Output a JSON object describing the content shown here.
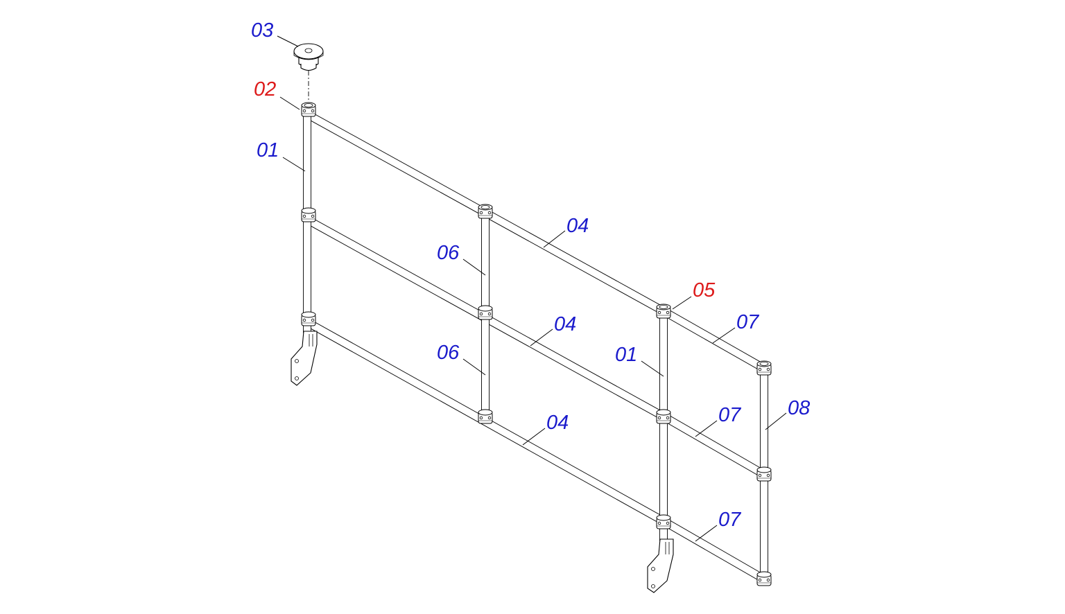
{
  "colors": {
    "callout_blue": "#1a1acc",
    "callout_red": "#dd1a1a",
    "line": "#000000",
    "background": "#ffffff"
  },
  "callouts": [
    {
      "id": "c03",
      "text": "03",
      "color": "blue"
    },
    {
      "id": "c02",
      "text": "02",
      "color": "red"
    },
    {
      "id": "c01a",
      "text": "01",
      "color": "blue"
    },
    {
      "id": "c04a",
      "text": "04",
      "color": "blue"
    },
    {
      "id": "c06a",
      "text": "06",
      "color": "blue"
    },
    {
      "id": "c05",
      "text": "05",
      "color": "red"
    },
    {
      "id": "c04b",
      "text": "04",
      "color": "blue"
    },
    {
      "id": "c07a",
      "text": "07",
      "color": "blue"
    },
    {
      "id": "c06b",
      "text": "06",
      "color": "blue"
    },
    {
      "id": "c01b",
      "text": "01",
      "color": "blue"
    },
    {
      "id": "c04c",
      "text": "04",
      "color": "blue"
    },
    {
      "id": "c07b",
      "text": "07",
      "color": "blue"
    },
    {
      "id": "c08",
      "text": "08",
      "color": "blue"
    },
    {
      "id": "c07c",
      "text": "07",
      "color": "blue"
    }
  ],
  "components": [
    {
      "name": "end-post-left",
      "icon": "vertical-tube-with-base-plate"
    },
    {
      "name": "mid-post",
      "icon": "vertical-tube"
    },
    {
      "name": "end-post-right",
      "icon": "vertical-tube-with-base-plate"
    },
    {
      "name": "return-post",
      "icon": "vertical-tube"
    },
    {
      "name": "top-rail",
      "icon": "horizontal-tube"
    },
    {
      "name": "middle-rail",
      "icon": "horizontal-tube"
    },
    {
      "name": "bottom-rail",
      "icon": "horizontal-tube"
    },
    {
      "name": "return-rails",
      "icon": "horizontal-tube"
    },
    {
      "name": "end-cap",
      "icon": "cap-plug"
    },
    {
      "name": "tube-clamps",
      "icon": "clamp-fitting"
    }
  ]
}
